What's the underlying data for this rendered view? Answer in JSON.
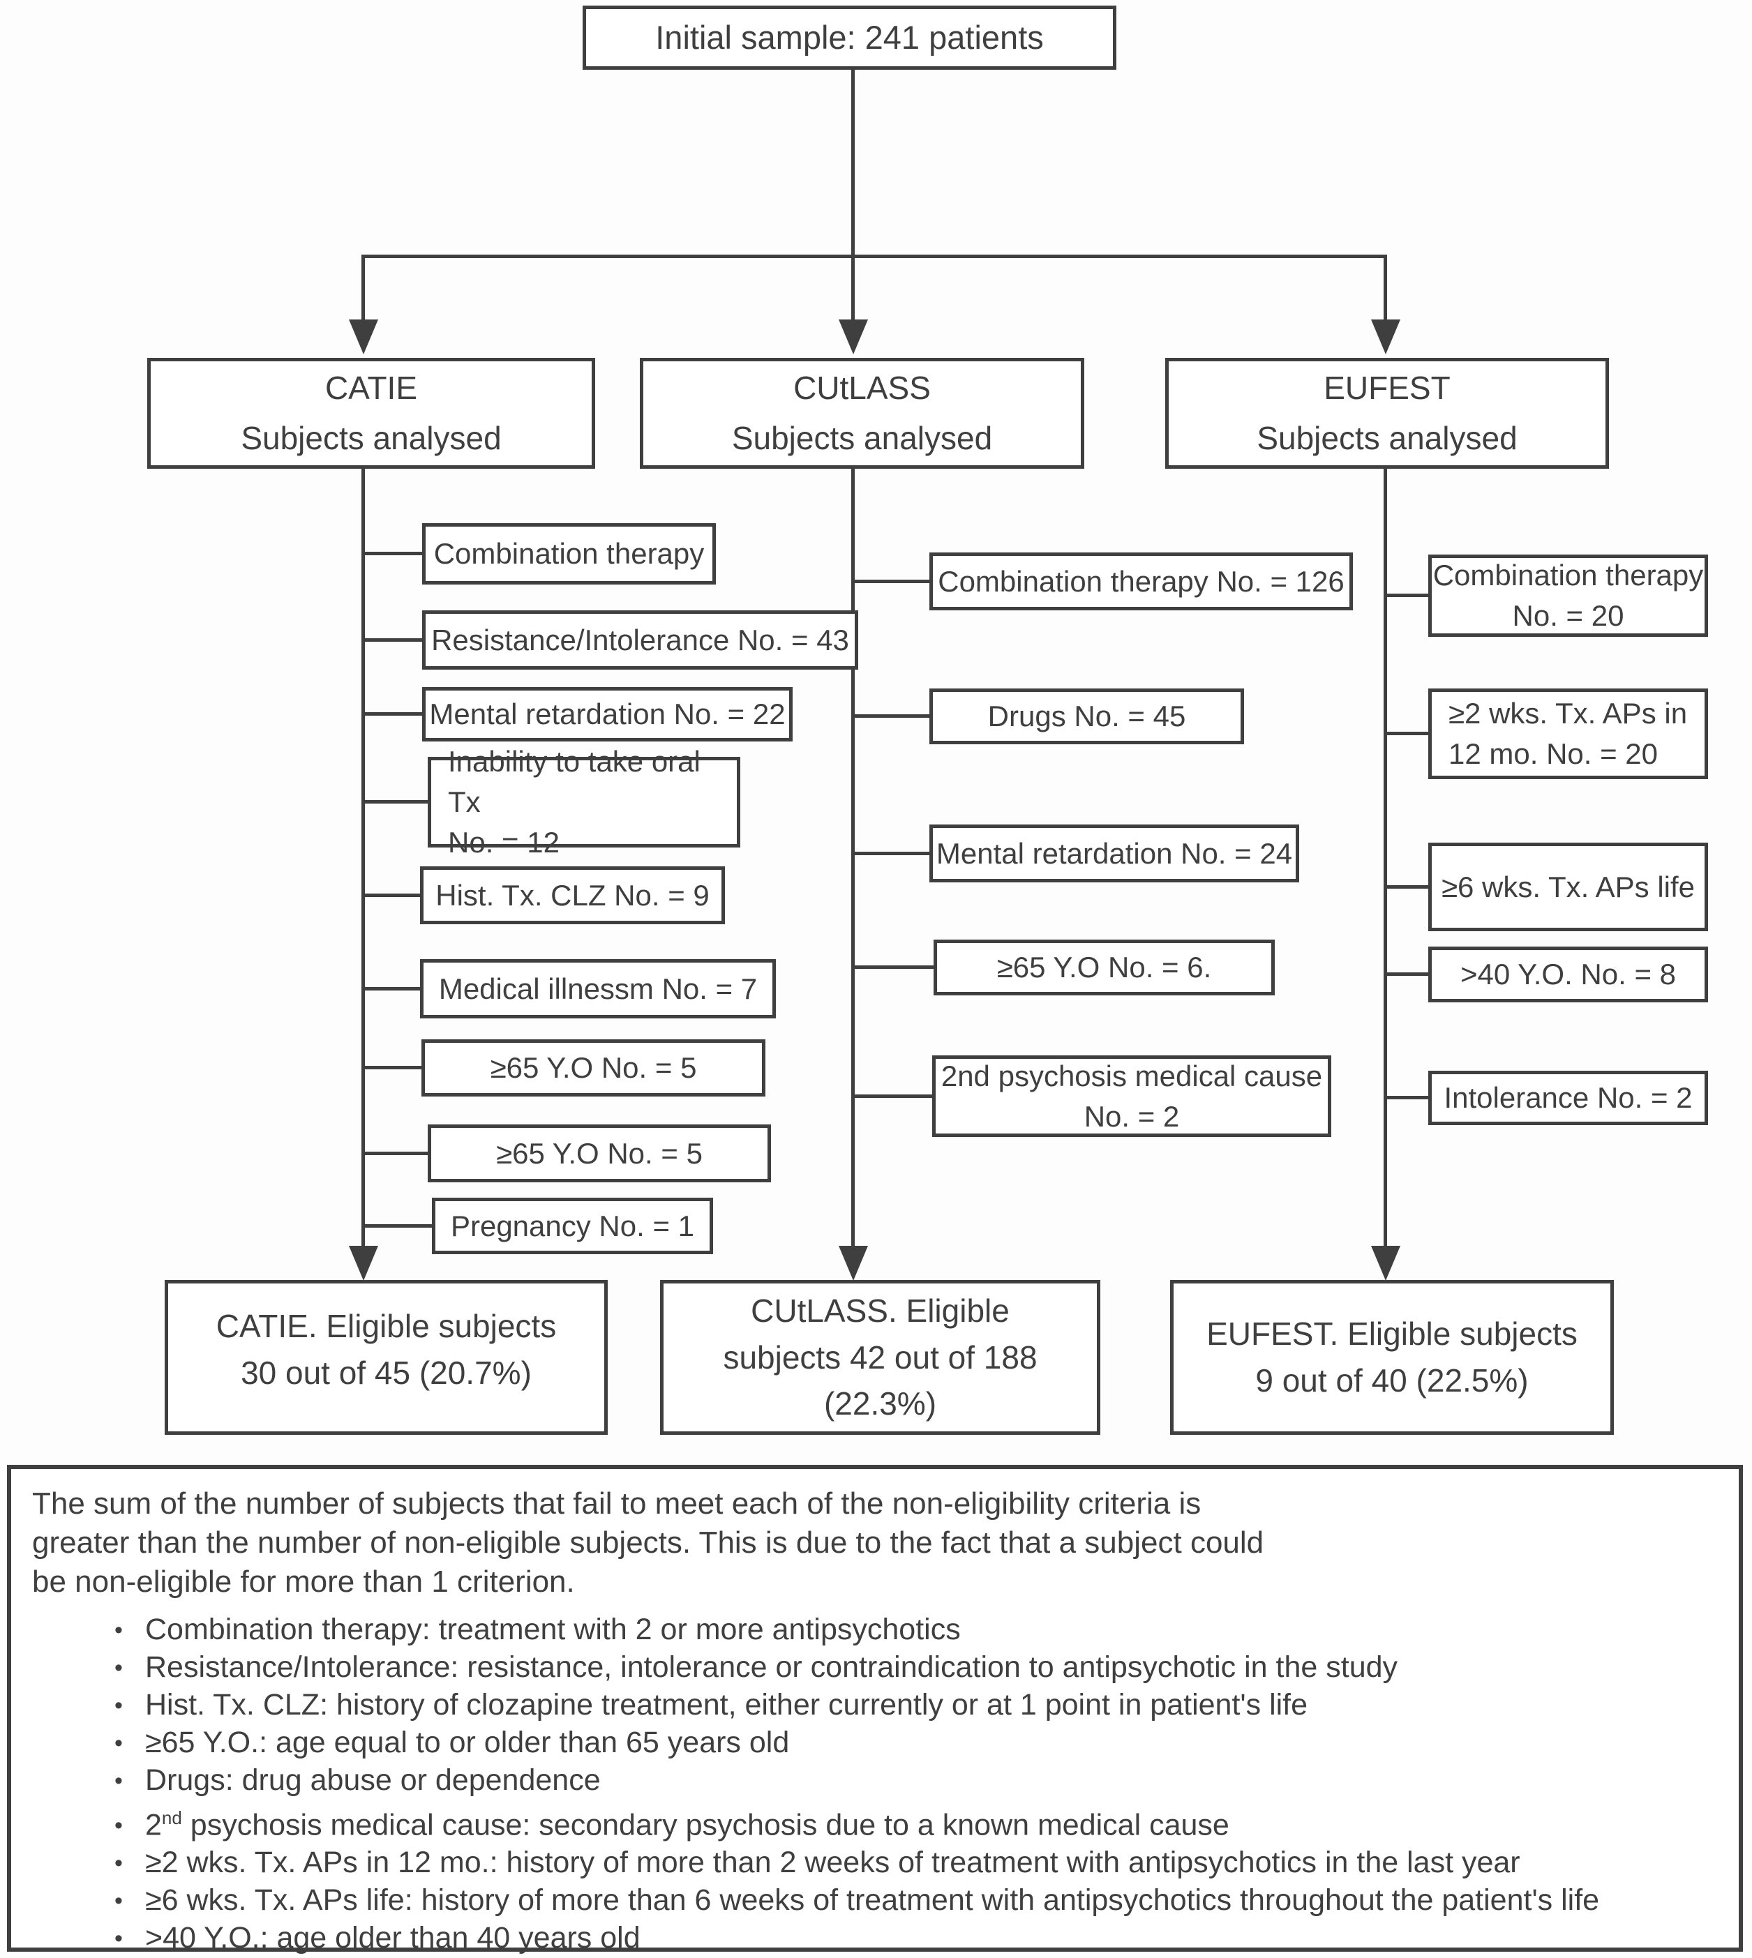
{
  "root_box": {
    "label": "Initial sample: 241 patients"
  },
  "columns": [
    {
      "id": "catie",
      "header_lines": [
        "CATIE",
        "Subjects analysed"
      ],
      "criteria": [
        {
          "lines": [
            "Combination therapy"
          ]
        },
        {
          "lines": [
            "Resistance/Intolerance No. = 43"
          ]
        },
        {
          "lines": [
            "Mental retardation No. = 22"
          ]
        },
        {
          "lines": [
            "Inability to take oral Tx",
            "No. = 12"
          ]
        },
        {
          "lines": [
            "Hist. Tx. CLZ No. = 9"
          ]
        },
        {
          "lines": [
            "Medical illnessm No. = 7"
          ]
        },
        {
          "lines": [
            "≥65 Y.O No. = 5"
          ]
        },
        {
          "lines": [
            "≥65 Y.O No. = 5"
          ]
        },
        {
          "lines": [
            "Pregnancy No. = 1"
          ]
        }
      ],
      "result_lines": [
        "CATIE. Eligible subjects",
        "30 out of 45 (20.7%)"
      ]
    },
    {
      "id": "cutlass",
      "header_lines": [
        "CUtLASS",
        "Subjects analysed"
      ],
      "criteria": [
        {
          "lines": [
            "Combination therapy No. = 126"
          ]
        },
        {
          "lines": [
            "Drugs No. = 45"
          ]
        },
        {
          "lines": [
            "Mental retardation No. = 24"
          ]
        },
        {
          "lines": [
            "≥65 Y.O No. = 6."
          ]
        },
        {
          "lines": [
            "2nd psychosis medical cause",
            "No. = 2"
          ]
        }
      ],
      "result_lines": [
        "CUtLASS. Eligible",
        "subjects 42 out of 188",
        "(22.3%)"
      ]
    },
    {
      "id": "eufest",
      "header_lines": [
        "EUFEST",
        "Subjects analysed"
      ],
      "criteria": [
        {
          "lines": [
            "Combination therapy",
            "No. = 20"
          ]
        },
        {
          "lines": [
            "≥2 wks. Tx. APs in",
            "12 mo. No. = 20"
          ]
        },
        {
          "lines": [
            "≥6 wks. Tx. APs life"
          ]
        },
        {
          "lines": [
            ">40 Y.O. No. = 8"
          ]
        },
        {
          "lines": [
            "Intolerance No. = 2"
          ]
        }
      ],
      "result_lines": [
        "EUFEST. Eligible subjects",
        "9 out of 40 (22.5%)"
      ]
    }
  ],
  "footnote": {
    "intro_lines": [
      "The sum of the number of subjects that fail to meet each of the non-eligibility criteria is",
      "greater than the number of non-eligible subjects. This is due to the fact that a subject could",
      "be non-eligible for more than 1 criterion."
    ],
    "bullets": [
      {
        "text": "Combination therapy: treatment with 2 or more antipsychotics"
      },
      {
        "text": "Resistance/Intolerance: resistance, intolerance or contraindication to antipsychotic in the study"
      },
      {
        "text": "Hist. Tx. CLZ: history of clozapine treatment, either currently or at 1 point in patient's life"
      },
      {
        "text": "≥65 Y.O.: age equal to or older than 65 years old"
      },
      {
        "text": "Drugs: drug abuse or dependence"
      },
      {
        "pre": "2",
        "sup": "nd",
        "rest": " psychosis medical cause: secondary psychosis due to a known medical cause"
      },
      {
        "text": "≥2 wks. Tx. APs in 12 mo.: history of more than 2 weeks of treatment with antipsychotics in the last year"
      },
      {
        "text": "≥6 wks. Tx. APs life: history of more than 6 weeks of treatment with antipsychotics throughout the patient's life"
      },
      {
        "text": ">40 Y.O.: age older than 40 years old"
      }
    ]
  },
  "colors": {
    "ink": "#3f3f3f",
    "background": "#ffffff"
  }
}
